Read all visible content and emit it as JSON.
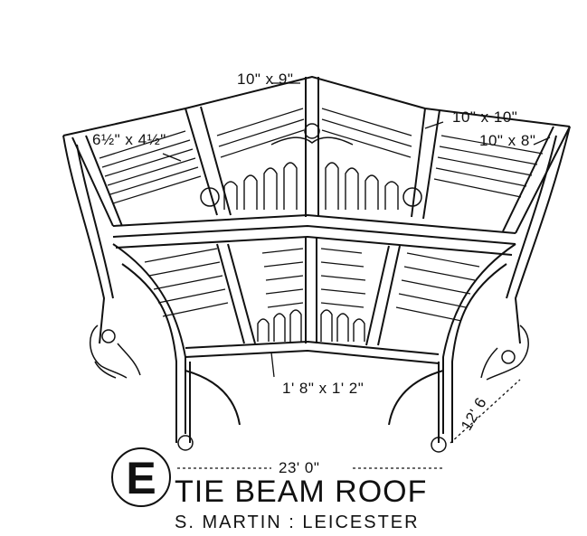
{
  "plate": {
    "letter": "E",
    "title": "TIE BEAM ROOF",
    "subtitle": "S. MARTIN : LEICESTER"
  },
  "dimensions": {
    "ridge": "10\" x 9\"",
    "rafter_left": "6½\" x 4½\"",
    "principal_right": "10\" x 10\"",
    "rafter_right": "10\" x 8\"",
    "tie_beam": "1' 8\" x 1' 2\"",
    "bay": "12' 6",
    "span": "23' 0\""
  },
  "colors": {
    "ink": "#111111",
    "paper": "#ffffff"
  }
}
